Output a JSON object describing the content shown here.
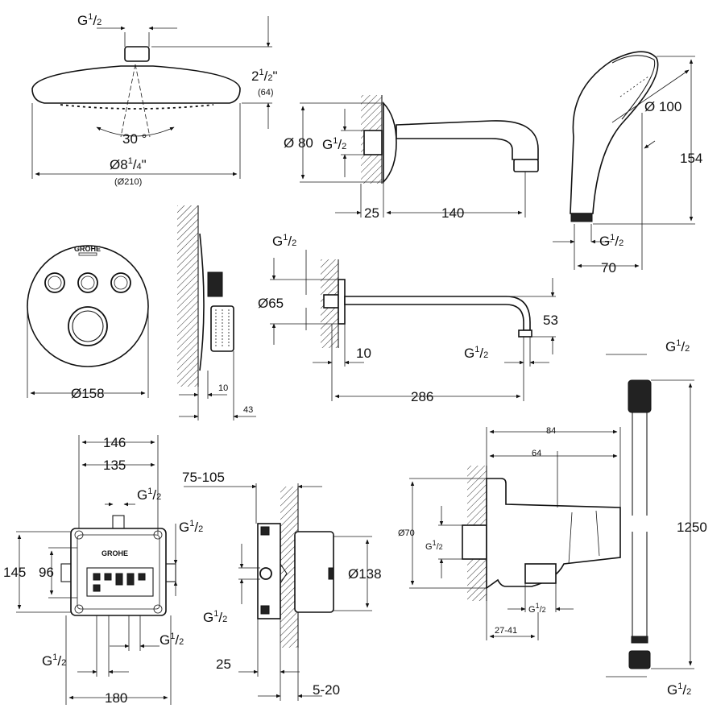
{
  "brand": "GROHE",
  "labels": {
    "g": "G",
    "half_num": "1",
    "half_den": "2",
    "quarter_den": "4",
    "inch_mark": "\"",
    "head_height": "2",
    "head_height_mm": "(64)",
    "spray_angle": "30 °",
    "head_diameter": "Ø8",
    "head_diameter_mm": "(Ø210)",
    "spout_flange": "Ø 80",
    "spout_wall": "25",
    "spout_length": "140",
    "hand_diameter": "Ø 100",
    "hand_length": "154",
    "hand_width": "70",
    "thermo_diameter": "Ø158",
    "thermo_depth_a": "10",
    "thermo_depth_b": "43",
    "arm_flange": "Ø65",
    "arm_wall": "10",
    "arm_length": "286",
    "arm_drop": "53",
    "box_width_outer": "146",
    "box_width_inner": "135",
    "box_height_outer": "145",
    "box_height_inner": "96",
    "box_base": "180",
    "box_depth_range": "75-105",
    "box_diameter": "Ø138",
    "box_side_wall": "25",
    "box_adjust": "5-20",
    "elbow_width_outer": "84",
    "elbow_width_inner": "64",
    "elbow_diameter": "Ø70",
    "elbow_wall": "27-41",
    "hose_length": "1250"
  }
}
